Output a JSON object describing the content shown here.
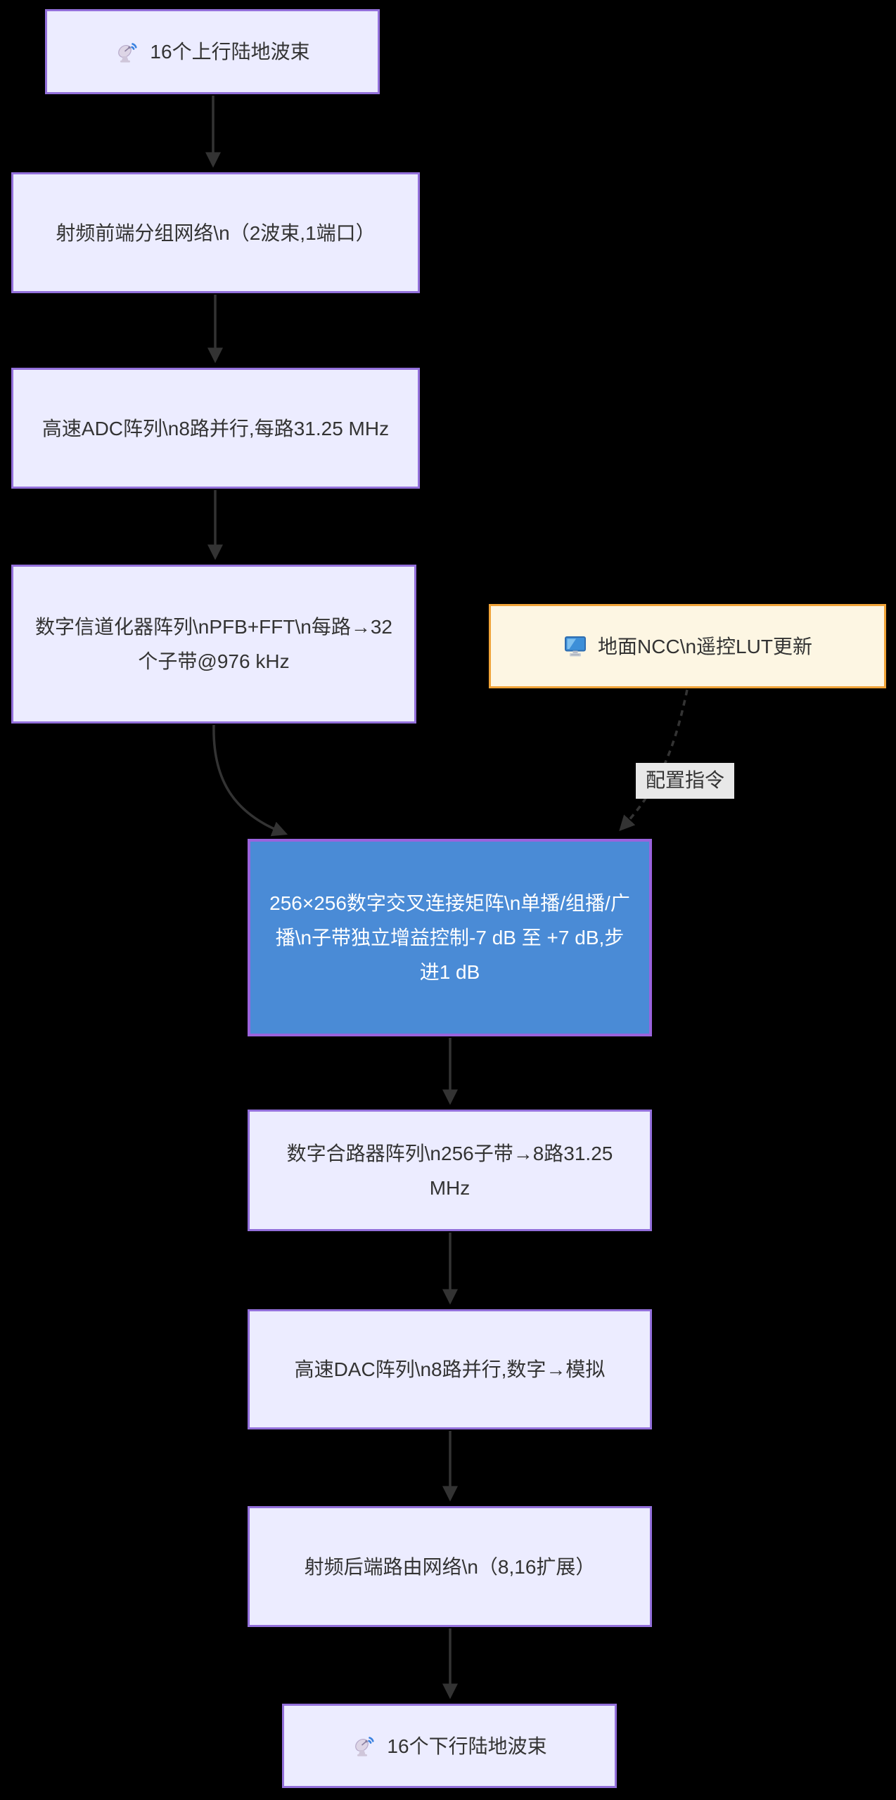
{
  "diagram": {
    "type": "flowchart-top-down",
    "background": "#000000",
    "edge_color": "#333333",
    "nodes": {
      "uplink": {
        "label": "16个上行陆地波束",
        "icon": "satellite-dish-icon",
        "fill": "#ECECFF",
        "border": "#9370DB",
        "text_color": "#333333"
      },
      "rf_front": {
        "label": "射频前端分组网络\\n（2波束,1端口）",
        "fill": "#ECECFF",
        "border": "#9370DB",
        "text_color": "#333333"
      },
      "adc": {
        "label": "高速ADC阵列\\n8路并行,每路31.25 MHz",
        "fill": "#ECECFF",
        "border": "#9370DB",
        "text_color": "#333333"
      },
      "channelizer": {
        "label": "数字信道化器阵列\\nPFB+FFT\\n每路→32个子带@976 kHz",
        "fill": "#ECECFF",
        "border": "#9370DB",
        "text_color": "#333333"
      },
      "ncc": {
        "label": "地面NCC\\n遥控LUT更新",
        "icon": "desktop-computer-icon",
        "fill": "#FDF6E3",
        "border": "#F0A338",
        "text_color": "#333333"
      },
      "xconnect": {
        "label": "256×256数字交叉连接矩阵\\n单播/组播/广播\\n子带独立增益控制-7 dB 至 +7 dB,步进1 dB",
        "fill": "#4A8BD6",
        "border": "#9A63DD",
        "text_color": "#FFFFFF"
      },
      "combiner": {
        "label": "数字合路器阵列\\n256子带→8路31.25 MHz",
        "fill": "#ECECFF",
        "border": "#9370DB",
        "text_color": "#333333"
      },
      "dac": {
        "label": "高速DAC阵列\\n8路并行,数字→模拟",
        "fill": "#ECECFF",
        "border": "#9370DB",
        "text_color": "#333333"
      },
      "rf_back": {
        "label": "射频后端路由网络\\n（8,16扩展）",
        "fill": "#ECECFF",
        "border": "#9370DB",
        "text_color": "#333333"
      },
      "downlink": {
        "label": "16个下行陆地波束",
        "icon": "satellite-dish-icon",
        "fill": "#ECECFF",
        "border": "#9370DB",
        "text_color": "#333333"
      }
    },
    "edges": [
      {
        "from": "uplink",
        "to": "rf_front",
        "style": "solid"
      },
      {
        "from": "rf_front",
        "to": "adc",
        "style": "solid"
      },
      {
        "from": "adc",
        "to": "channelizer",
        "style": "solid"
      },
      {
        "from": "channelizer",
        "to": "xconnect",
        "style": "solid"
      },
      {
        "from": "ncc",
        "to": "xconnect",
        "style": "dashed",
        "label": "配置指令"
      },
      {
        "from": "xconnect",
        "to": "combiner",
        "style": "solid"
      },
      {
        "from": "combiner",
        "to": "dac",
        "style": "solid"
      },
      {
        "from": "dac",
        "to": "rf_back",
        "style": "solid"
      },
      {
        "from": "rf_back",
        "to": "downlink",
        "style": "solid"
      }
    ],
    "edge_label_style": {
      "bg": "#E8E8E8",
      "text_color": "#333333"
    }
  }
}
